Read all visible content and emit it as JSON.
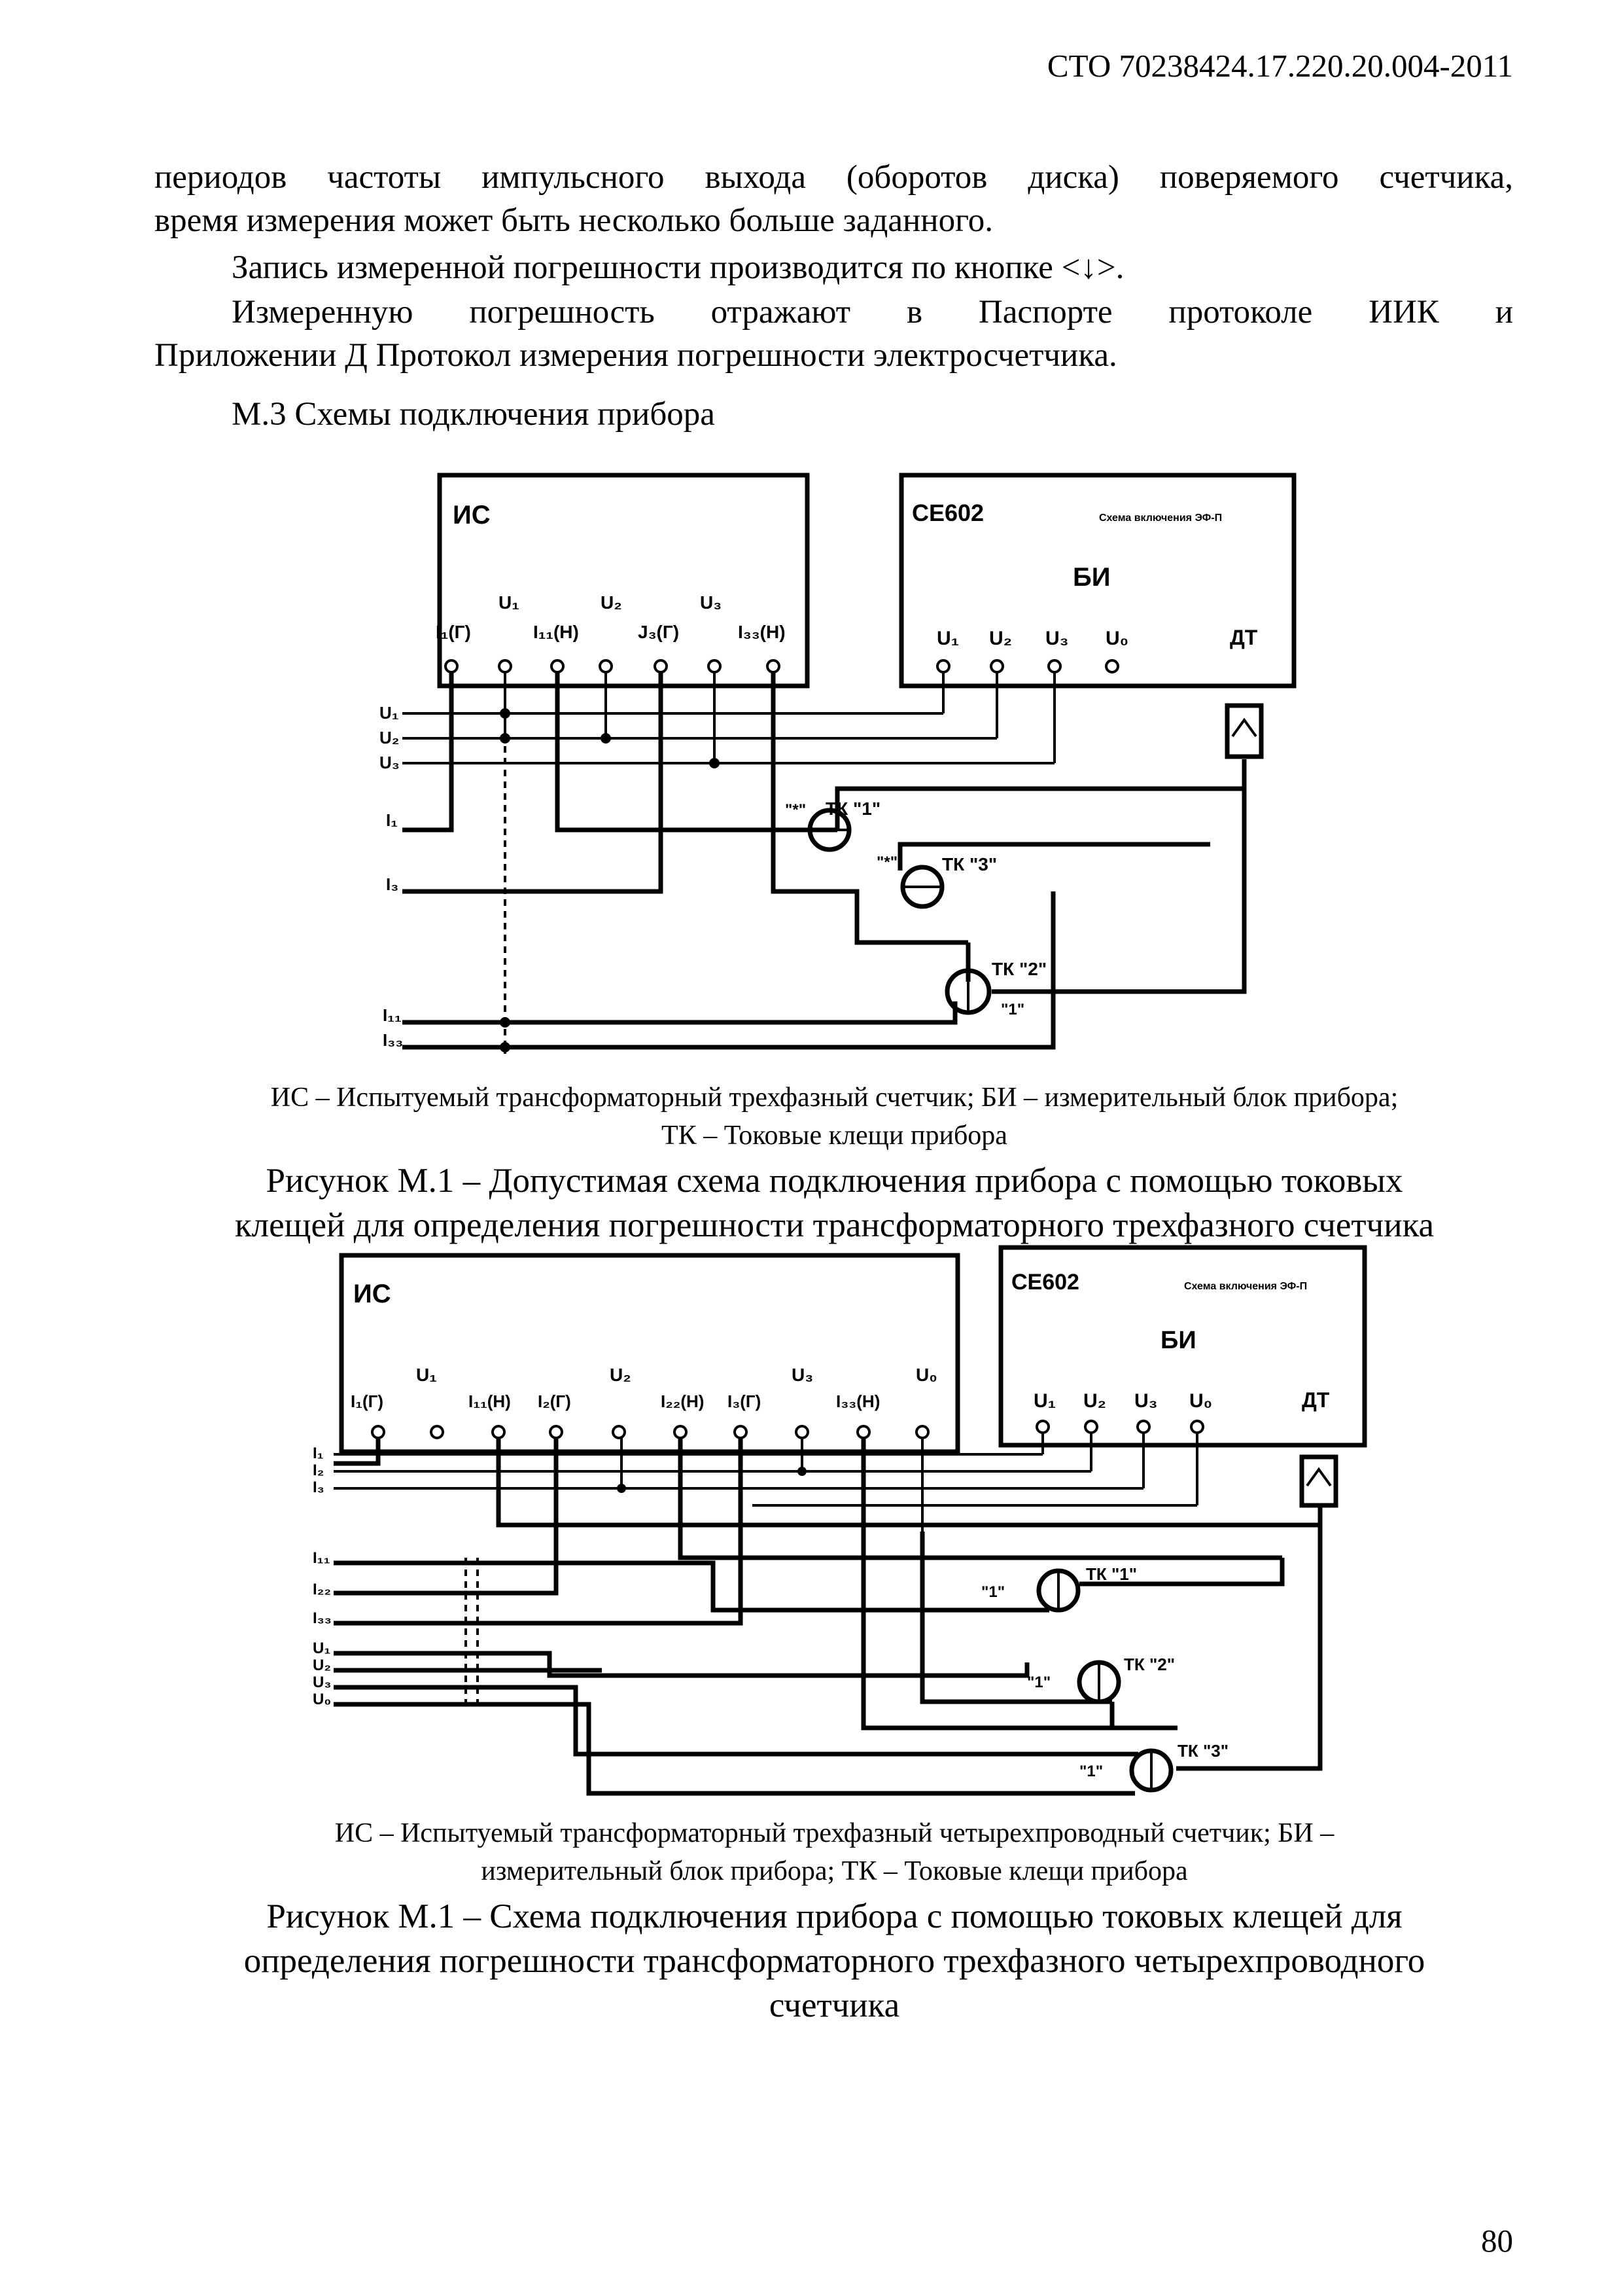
{
  "header": {
    "doc_code": "СТО 70238424.17.220.20.004-2011"
  },
  "text": {
    "para1_line1": "периодов частоты импульсного выхода (оборотов диска) поверяемого счетчика,",
    "para1_line2": "время измерения может быть несколько больше заданного.",
    "para2": "Запись измеренной погрешности производится по кнопке <↓>.",
    "para3_line1": "Измеренную погрешность отражают в Паспорте протоколе ИИК и",
    "para3_line2": "Приложении Д Протокол измерения погрешности электросчетчика.",
    "section_title": "М.3 Схемы подключения прибора"
  },
  "figure1": {
    "is_label": "ИС",
    "meter_label": "СЕ602",
    "scheme_label": "Схема включения ЭФ-П",
    "bi_label": "БИ",
    "dt_label": "ДТ",
    "is_top_labels": [
      "U₁",
      "U₂",
      "U₃"
    ],
    "is_terminals": [
      "I₁(Г)",
      "I₁₁(Н)",
      "J₃(Г)",
      "I₃₃(Н)"
    ],
    "bi_terminals": [
      "U₁",
      "U₂",
      "U₃",
      "U₀"
    ],
    "left_labels": [
      "U₁",
      "U₂",
      "U₃",
      "I₁",
      "I₃",
      "I₁₁",
      "I₃₃"
    ],
    "clamps": [
      "ТК \"1\"",
      "ТК \"3\"",
      "ТК \"2\""
    ],
    "clamp_marks": [
      "\"*\"",
      "\"*\"",
      "\"1\""
    ],
    "caption_line1": "ИС – Испытуемый трансформаторный трехфазный счетчик; БИ – измерительный блок прибора;",
    "caption_line2": "ТК – Токовые клещи прибора",
    "title_line1": "Рисунок М.1 – Допустимая схема подключения прибора с помощью токовых",
    "title_line2": "клещей для определения погрешности трансформаторного трехфазного счетчика"
  },
  "figure2": {
    "is_label": "ИС",
    "meter_label": "СЕ602",
    "scheme_label": "Схема включения ЭФ-П",
    "bi_label": "БИ",
    "dt_label": "ДТ",
    "is_top_labels": [
      "U₁",
      "U₂",
      "U₃",
      "U₀"
    ],
    "is_terminals": [
      "I₁(Г)",
      "I₁₁(Н)",
      "I₂(Г)",
      "I₂₂(Н)",
      "I₃(Г)",
      "I₃₃(Н)"
    ],
    "bi_terminals": [
      "U₁",
      "U₂",
      "U₃",
      "U₀"
    ],
    "left_labels": [
      "I₁",
      "I₂",
      "I₃",
      "I₁₁",
      "I₂₂",
      "I₃₃",
      "U₁",
      "U₂",
      "U₃",
      "U₀"
    ],
    "clamps": [
      "ТК \"1\"",
      "ТК \"2\"",
      "ТК \"3\""
    ],
    "clamp_marks": [
      "\"1\"",
      "\"1\"",
      "\"1\""
    ],
    "caption_line1": "ИС – Испытуемый трансформаторный трехфазный четырехпроводный счетчик; БИ –",
    "caption_line2": "измерительный блок прибора; ТК – Токовые клещи прибора",
    "title_line1": "Рисунок М.1 – Схема подключения прибора с помощью токовых клещей для",
    "title_line2": "определения погрешности трансформаторного трехфазного четырехпроводного",
    "title_line3": "счетчика"
  },
  "page_number": "80"
}
